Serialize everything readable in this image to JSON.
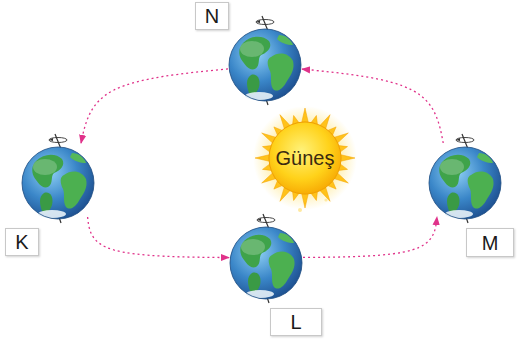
{
  "diagram": {
    "nodes": [
      {
        "text": [
          "N"
        ]
      },
      {
        "text": [
          "K"
        ]
      },
      {
        "text": [
          "Güneş"
        ]
      },
      {
        "text": [
          "M"
        ]
      },
      {
        "text": [
          "L"
        ]
      }
    ],
    "edges": [
      {
        "from": 0,
        "to": 1,
        "arrow": "to"
      },
      {
        "from": 1,
        "to": 4,
        "arrow": "to"
      },
      {
        "from": 4,
        "to": 3,
        "arrow": "to"
      },
      {
        "from": 3,
        "to": 0,
        "arrow": "to"
      }
    ]
  }
}
